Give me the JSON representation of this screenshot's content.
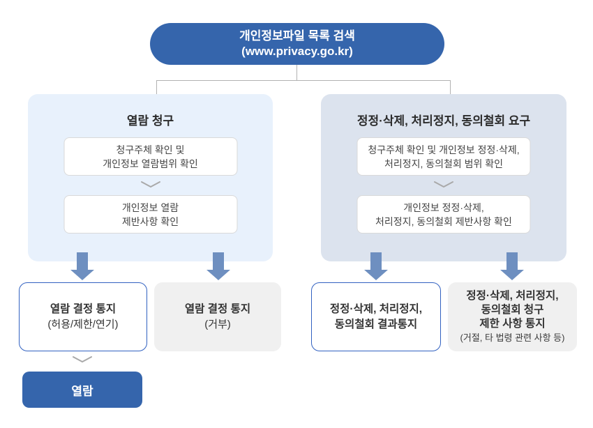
{
  "top": {
    "line1": "개인정보파일 목록 검색",
    "line2": "(www.privacy.go.kr)"
  },
  "left_panel": {
    "title": "열람 청구",
    "steps": [
      {
        "lines": [
          "청구주체 확인 및",
          "개인정보 열람범위 확인"
        ]
      },
      {
        "lines": [
          "개인정보 열람",
          "제반사항 확인"
        ]
      }
    ]
  },
  "right_panel": {
    "title": "정정·삭제, 처리정지, 동의철회 요구",
    "steps": [
      {
        "lines": [
          "청구주체 확인 및 개인정보 정정·삭제,",
          "처리정지, 동의철회 범위 확인"
        ]
      },
      {
        "lines": [
          "개인정보 정정·삭제,",
          "처리정지, 동의철회 제반사항 확인"
        ]
      }
    ]
  },
  "outcomes": [
    {
      "lines": [
        "열람 결정 통지",
        "(허용/제한/연기)"
      ]
    },
    {
      "lines": [
        "열람 결정 통지",
        "(거부)"
      ]
    },
    {
      "lines": [
        "정정·삭제, 처리정지,",
        "동의철회 결과통지"
      ]
    },
    {
      "lines": [
        "정정·삭제, 처리정지,",
        "동의철회 청구",
        "제한 사항 통지"
      ],
      "note": "(거절, 타 법령 관련 사항 등)"
    }
  ],
  "final": {
    "label": "열람"
  },
  "colors": {
    "primary_blue": "#3565ac",
    "arrow_blue": "#6e8fc0",
    "panel_left_bg": "#e8f1fc",
    "panel_right_bg": "#dce3ee",
    "outline_blue": "#3161c1",
    "muted_bg": "#f0f0f0",
    "line_gray": "#b1b1b1",
    "chevron_gray": "#a9a9a9"
  }
}
